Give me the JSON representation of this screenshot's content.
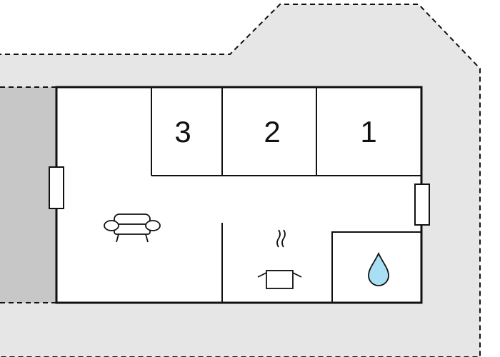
{
  "colors": {
    "outdoor_area": "#e6e6e6",
    "terrace": "#c7c7c7",
    "wall": "#111111",
    "floor": "#ffffff",
    "water_drop": "#a8dff5"
  },
  "rooms": [
    {
      "label": "3"
    },
    {
      "label": "2"
    },
    {
      "label": "1"
    }
  ],
  "icons": [
    "sofa-icon",
    "cooking-pot-icon",
    "water-drop-icon"
  ]
}
